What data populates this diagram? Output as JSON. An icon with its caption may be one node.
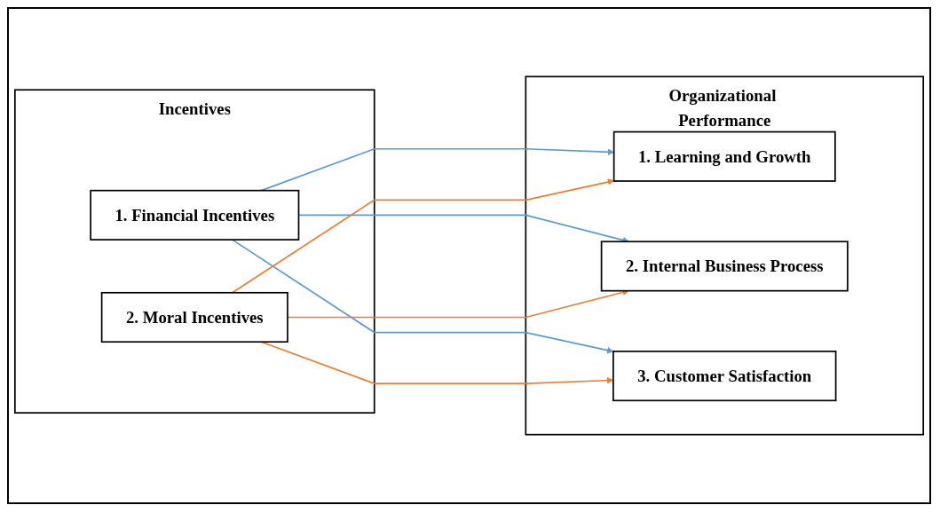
{
  "diagram": {
    "nodes": [
      {
        "text": [
          "Incentives"
        ]
      },
      {
        "text": [
          "1. Financial Incentives"
        ],
        "in": 0
      },
      {
        "text": [
          "2. Moral Incentives"
        ],
        "in": 0
      },
      {
        "text": [
          "Organizational Performance"
        ]
      },
      {
        "text": [
          "1. Learning and Growth"
        ],
        "in": 3
      },
      {
        "text": [
          "2. Internal Business Process"
        ],
        "in": 3
      },
      {
        "text": [
          "3. Customer Satisfaction"
        ],
        "in": 3
      }
    ],
    "edges": [
      {
        "from": 1,
        "to": 4,
        "arrow": "to",
        "color": "#5b9bd5"
      },
      {
        "from": 1,
        "to": 5,
        "arrow": "to",
        "color": "#5b9bd5"
      },
      {
        "from": 1,
        "to": 6,
        "arrow": "to",
        "color": "#5b9bd5"
      },
      {
        "from": 2,
        "to": 4,
        "arrow": "to",
        "color": "#ed7d31"
      },
      {
        "from": 2,
        "to": 5,
        "arrow": "to",
        "color": "#ed7d31"
      },
      {
        "from": 2,
        "to": 6,
        "arrow": "to",
        "color": "#ed7d31"
      }
    ]
  }
}
